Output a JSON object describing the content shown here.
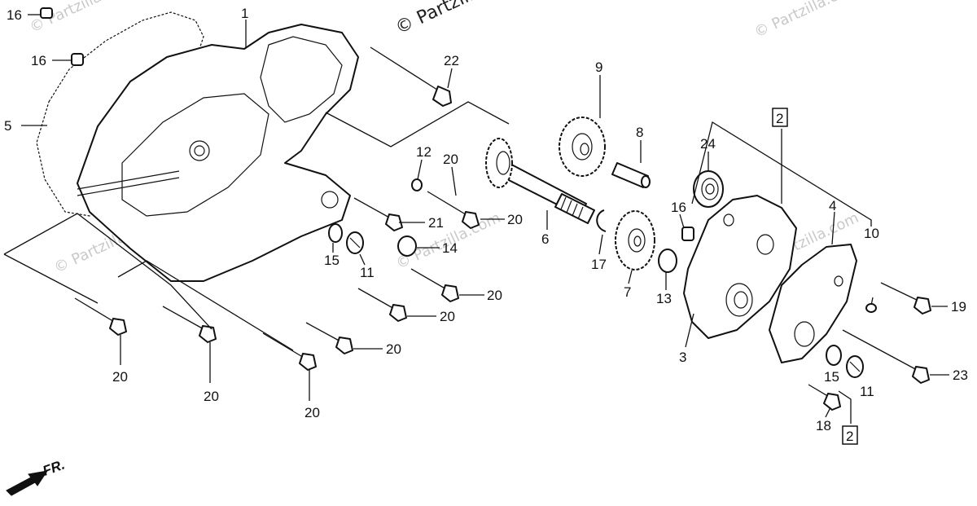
{
  "watermarks": [
    "© Partzilla.com",
    "© Partzilla.com",
    "© Partzilla.com",
    "© Partzilla.com",
    "© Partzilla.com",
    "© Partzilla.com"
  ],
  "front_arrow_label": "FR.",
  "callouts": {
    "c1": "1",
    "c2a": "2",
    "c2b": "2",
    "c3": "3",
    "c4": "4",
    "c5": "5",
    "c6": "6",
    "c7": "7",
    "c8": "8",
    "c9": "9",
    "c10": "10",
    "c11a": "11",
    "c11b": "11",
    "c12": "12",
    "c13": "13",
    "c14": "14",
    "c15a": "15",
    "c15b": "15",
    "c16a": "16",
    "c16b": "16",
    "c16c": "16",
    "c17": "17",
    "c18": "18",
    "c19": "19",
    "c20a": "20",
    "c20b": "20",
    "c20c": "20",
    "c20d": "20",
    "c20e": "20",
    "c20f": "20",
    "c20g": "20",
    "c20h": "20",
    "c21": "21",
    "c22": "22",
    "c23": "23",
    "c24": "24"
  }
}
